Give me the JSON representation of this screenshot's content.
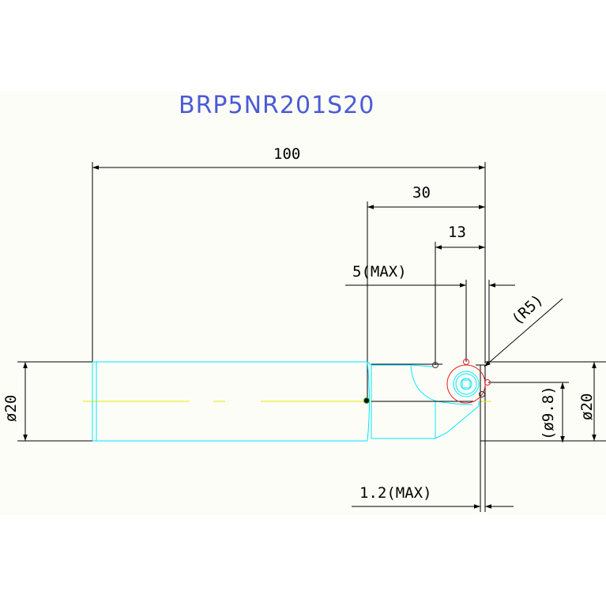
{
  "title": "BRP5NR201S20",
  "dimensions": {
    "overall_length": "100",
    "head_length": "30",
    "insert_length": "13",
    "max_5": "5(MAX)",
    "radius": "(R5)",
    "diameter_left": "ø20",
    "diameter_right": "ø20",
    "diameter_inner": "(ø9.8)",
    "max_1_2": "1.2(MAX)"
  },
  "colors": {
    "title": "#4a5bd6",
    "part_outline": "#00e8ff",
    "head_outline": "#39b539",
    "center_line": "#e6e600",
    "insert_circle": "#e02020",
    "dimension": "#000000"
  }
}
